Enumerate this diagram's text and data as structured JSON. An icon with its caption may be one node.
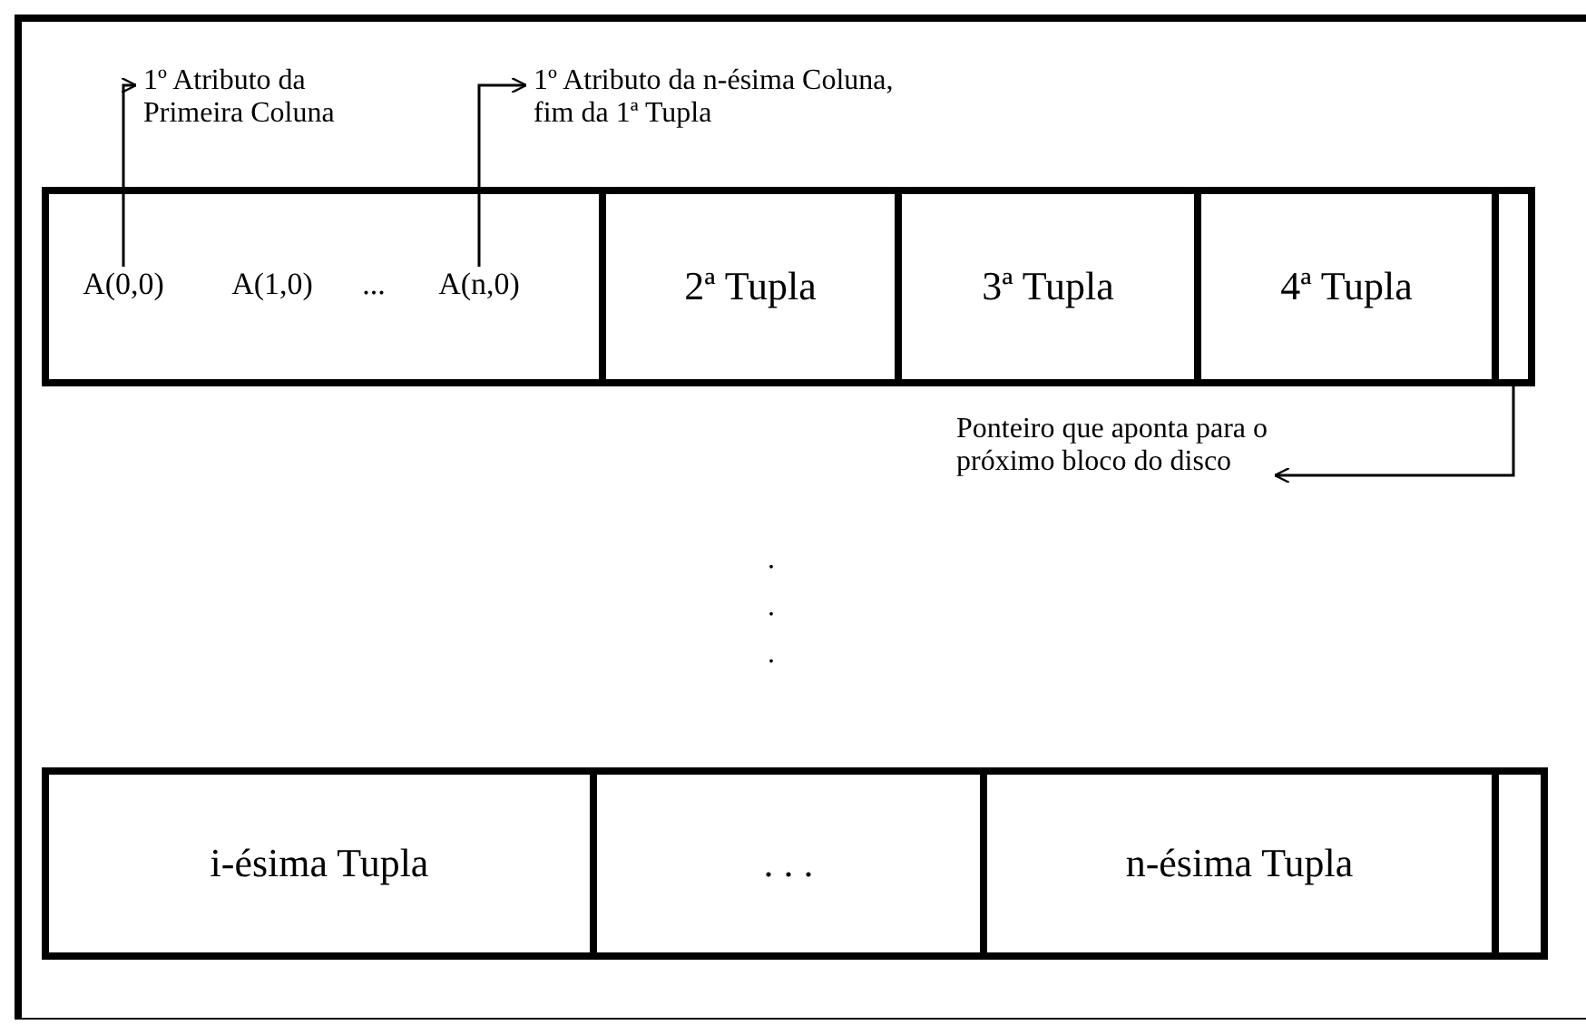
{
  "diagram": {
    "nodes": [
      {
        "text": [
          "1º Atributo da Primeira Coluna"
        ]
      },
      {
        "text": [
          "1º Atributo da n-ésima Coluna, fim da 1ª Tupla"
        ]
      },
      {
        "text": [],
        "shape": "box"
      },
      {
        "text": [
          "A(0,0)"
        ],
        "in": 2
      },
      {
        "text": [
          "A(1,0)"
        ],
        "in": 2
      },
      {
        "text": [
          "..."
        ],
        "in": 2
      },
      {
        "text": [
          "A(n,0)"
        ],
        "in": 2
      },
      {
        "text": [
          "2ª Tupla"
        ]
      },
      {
        "text": [
          "3ª Tupla"
        ]
      },
      {
        "text": [
          "4ª Tupla"
        ]
      },
      {
        "text": [],
        "shape": "box"
      },
      {
        "text": [
          "Ponteiro que aponta para o próximo bloco do disco"
        ]
      },
      {
        "text": [
          "i-ésima Tupla"
        ]
      },
      {
        "text": [
          ". . ."
        ]
      },
      {
        "text": [
          "n-ésima Tupla"
        ]
      },
      {
        "text": [],
        "shape": "box"
      }
    ],
    "edges": [
      {
        "from": 3,
        "to": 0,
        "arrow": "to"
      },
      {
        "from": 6,
        "to": 1,
        "arrow": "to"
      },
      {
        "from": 10,
        "to": 11,
        "arrow": "to"
      }
    ],
    "labels": [
      ".",
      ".",
      "."
    ]
  }
}
